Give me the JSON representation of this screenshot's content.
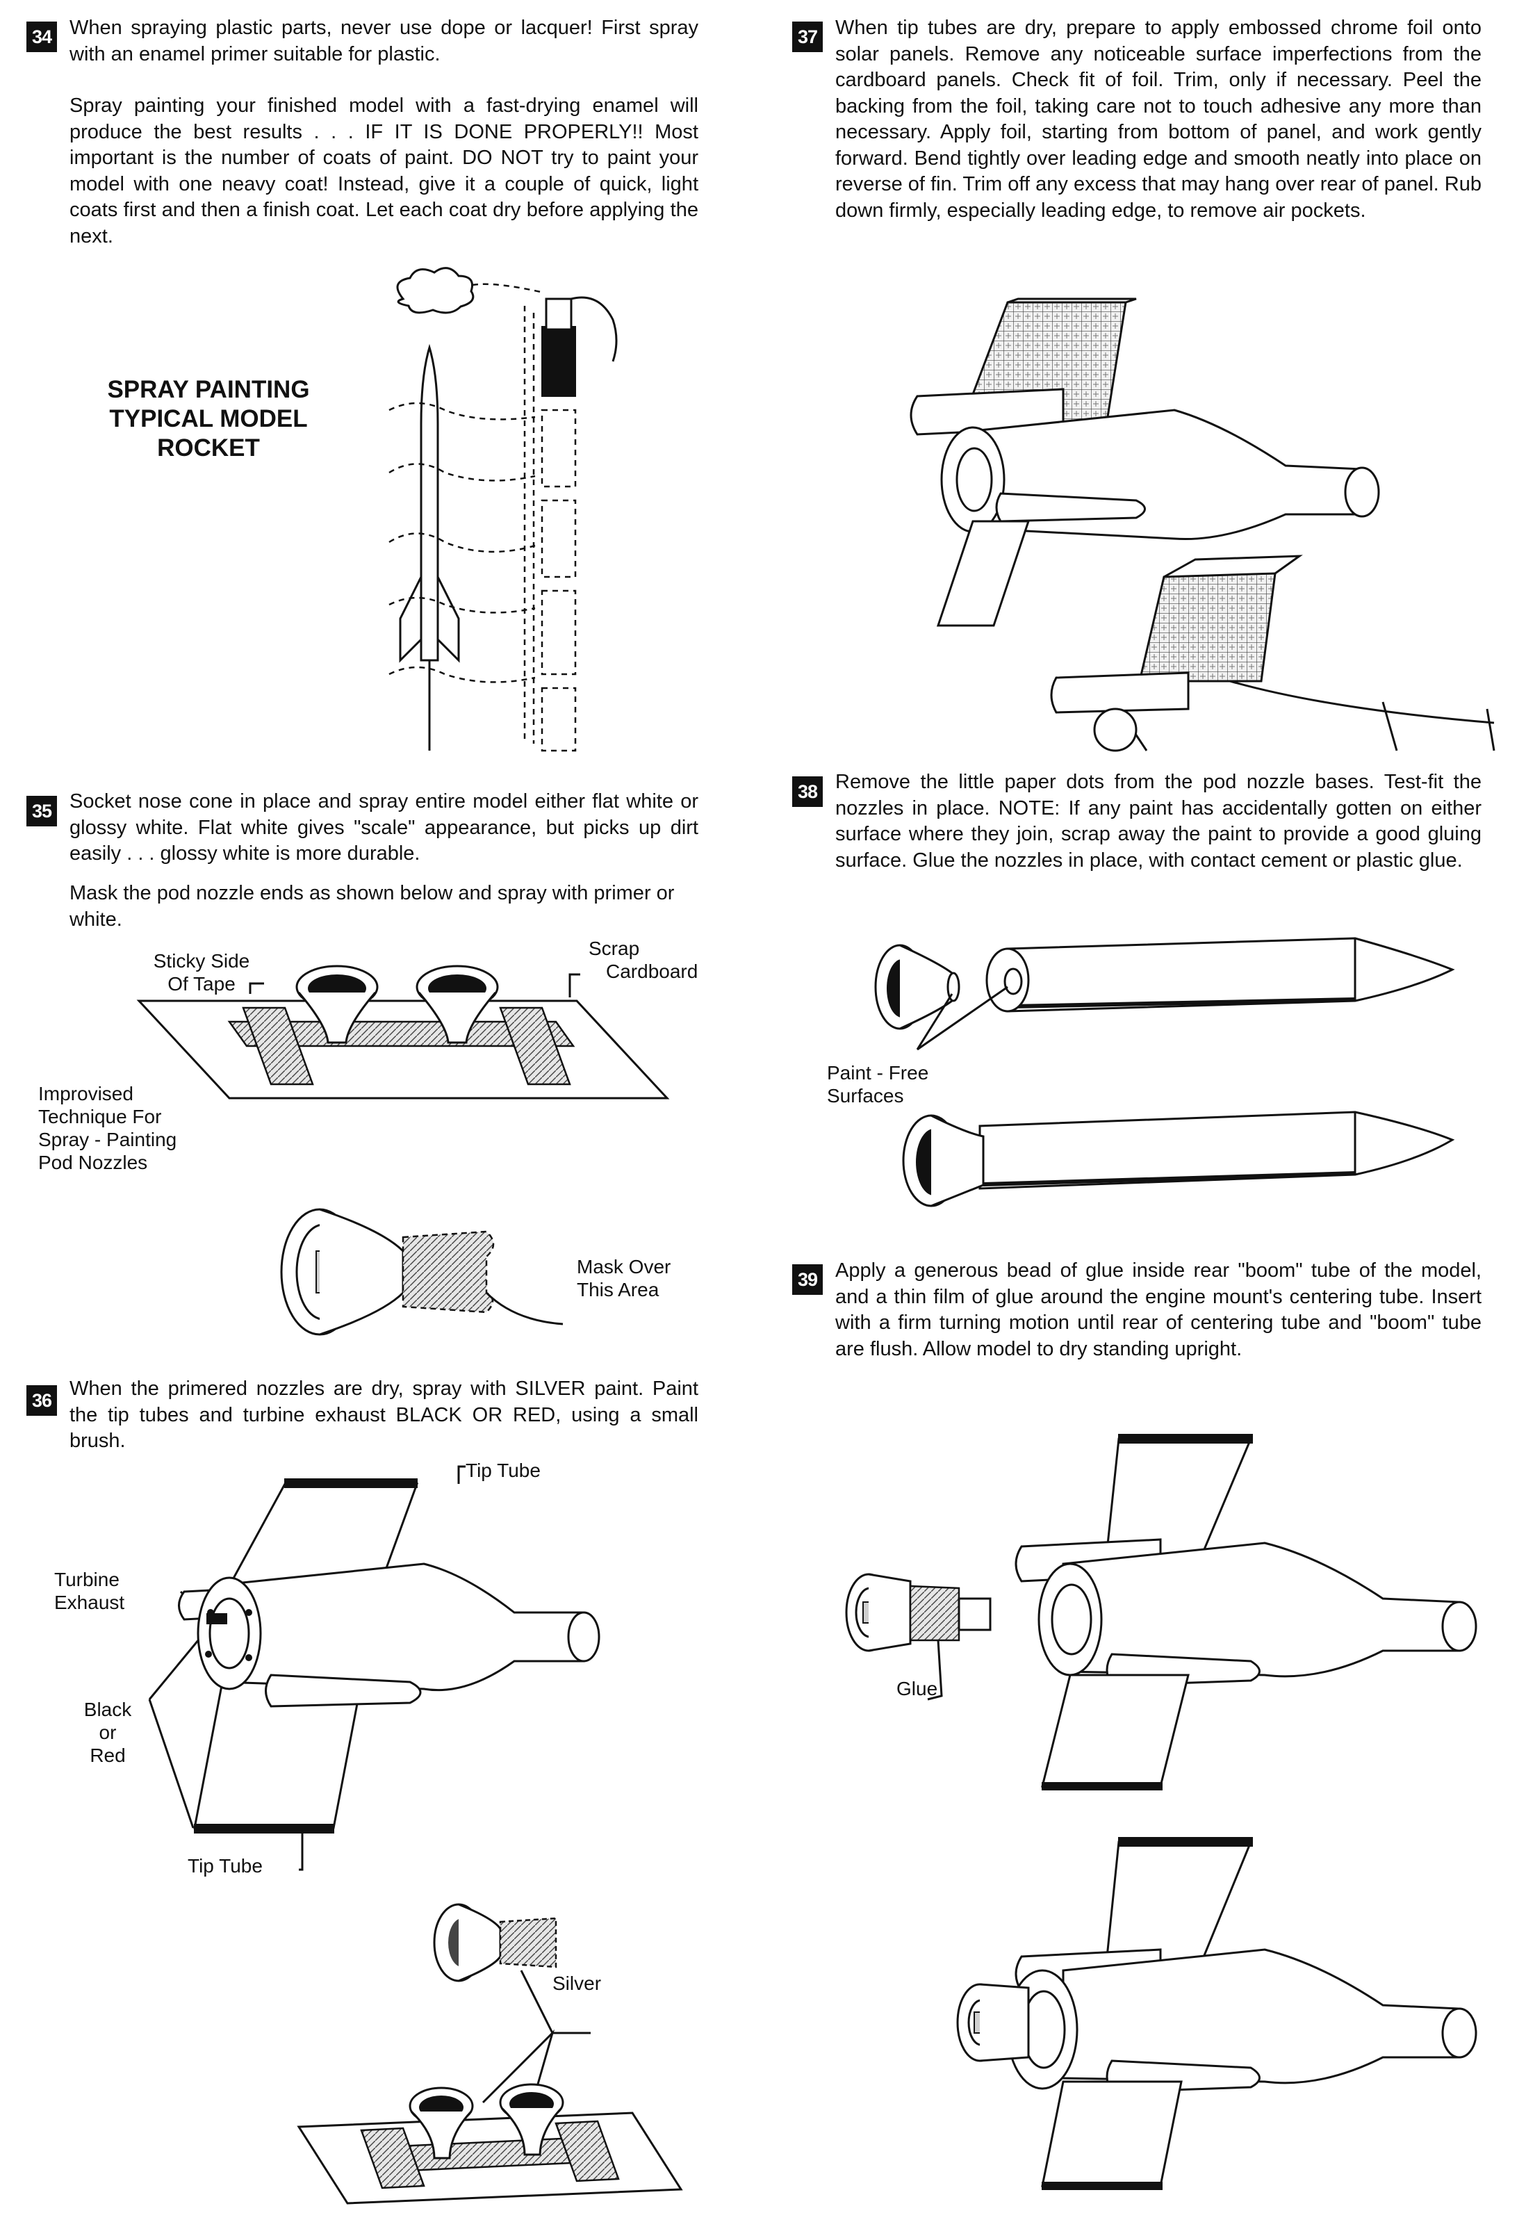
{
  "steps": [
    {
      "number": "34",
      "paragraphs": [
        "When spraying plastic parts, never use dope or lacquer! First spray with an enamel primer suitable for plastic.",
        "Spray painting your finished model with a fast-drying enamel will produce the best results . . . IF IT IS DONE PROPERLY!! Most important is the number of coats of paint. DO NOT try to paint your model with one neavy coat! Instead, give it a couple of quick, light coats first and then a finish coat. Let each coat dry before applying the next."
      ],
      "figure_title": [
        "SPRAY PAINTING",
        "TYPICAL MODEL",
        "ROCKET"
      ]
    },
    {
      "number": "35",
      "paragraphs": [
        "Socket nose cone in place and spray entire model either flat white or glossy white. Flat white gives \"scale\" appearance, but picks up dirt easily . . . glossy white is more durable.",
        "Mask the pod nozzle ends as shown below and spray with primer or white."
      ],
      "labels": {
        "sticky_side": [
          "Sticky Side",
          "Of Tape"
        ],
        "scrap_cardboard": [
          "Scrap",
          "Cardboard"
        ],
        "improvised": [
          "Improvised",
          "Technique For",
          "Spray - Painting",
          "Pod Nozzles"
        ],
        "mask_over": [
          "Mask Over",
          "This Area"
        ]
      }
    },
    {
      "number": "36",
      "paragraphs": [
        "When the primered nozzles are dry, spray with SILVER paint. Paint the tip tubes and turbine exhaust BLACK OR RED, using a small brush."
      ],
      "labels": {
        "tip_tube_top": "Tip Tube",
        "turbine_exhaust": [
          "Turbine",
          "Exhaust"
        ],
        "black_or_red": [
          "Black",
          "or",
          "Red"
        ],
        "tip_tube_bottom": "Tip Tube",
        "silver": "Silver"
      }
    },
    {
      "number": "37",
      "paragraphs": [
        "When tip tubes are dry, prepare to apply embossed chrome foil onto solar panels. Remove any noticeable surface imperfections from the cardboard panels. Check fit of foil. Trim, only if necessary. Peel the backing from the foil, taking care not to touch adhesive any more than necessary. Apply foil, starting from bottom of panel, and work gently forward. Bend tightly over leading edge and smooth neatly into place on reverse of fin. Trim off any excess that may hang over rear of panel. Rub down firmly, especially leading edge, to remove air pockets."
      ]
    },
    {
      "number": "38",
      "paragraphs": [
        "Remove the little paper dots from the pod nozzle bases. Test-fit the nozzles in place. NOTE: If any paint has accidentally gotten on either surface where they join, scrap away the paint to provide a good gluing surface. Glue the nozzles in place, with contact cement or plastic glue."
      ],
      "labels": {
        "paint_free": [
          "Paint - Free",
          "Surfaces"
        ]
      }
    },
    {
      "number": "39",
      "paragraphs": [
        "Apply a generous bead of glue inside rear \"boom\" tube of the model, and a thin film of glue around the engine mount's centering tube. Insert with a firm turning motion until rear of centering tube and \"boom\" tube are flush. Allow model to dry standing upright."
      ],
      "labels": {
        "glue": "Glue"
      }
    }
  ]
}
